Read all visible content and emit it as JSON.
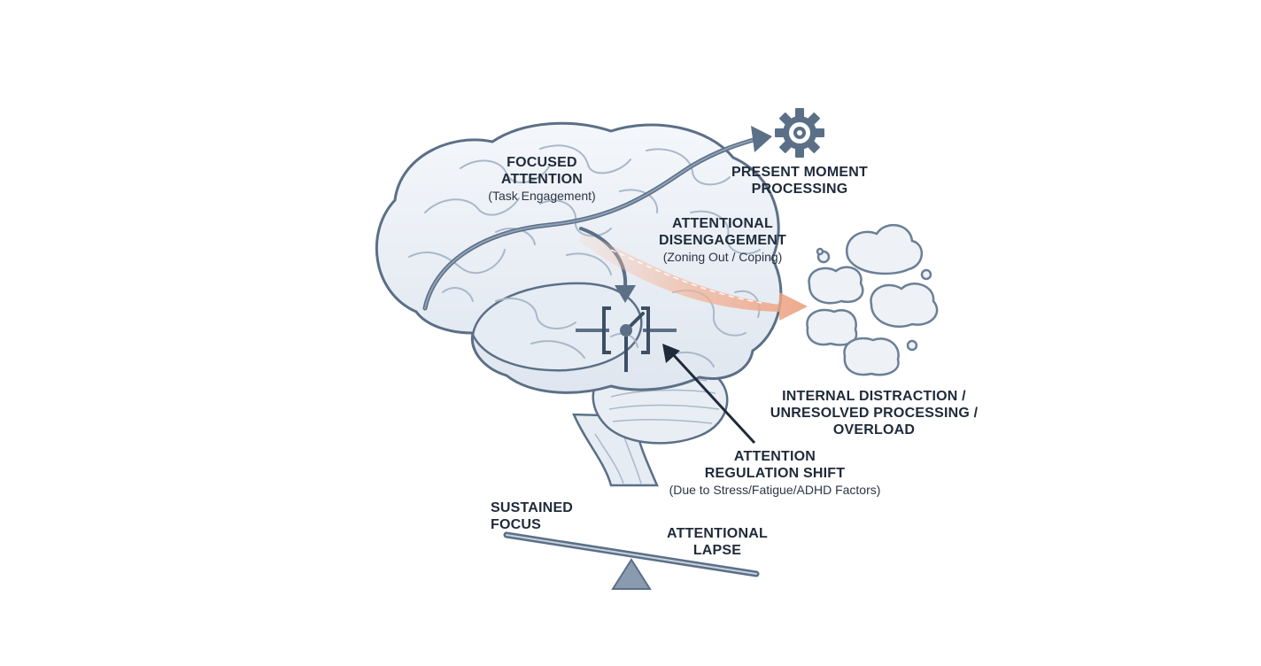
{
  "labels": {
    "focused": {
      "l1": "FOCUSED",
      "l2": "ATTENTION",
      "sub": "(Task Engagement)"
    },
    "present": {
      "l1": "PRESENT MOMENT",
      "l2": "PROCESSING"
    },
    "disengage": {
      "l1": "ATTENTIONAL",
      "l2": "DISENGAGEMENT",
      "sub": "(Zoning Out / Coping)"
    },
    "internal": {
      "l1": "INTERNAL DISTRACTION /",
      "l2": "UNRESOLVED PROCESSING /",
      "l3": "OVERLOAD"
    },
    "regulation": {
      "l1": "ATTENTION",
      "l2": "REGULATION SHIFT",
      "sub": "(Due to Stress/Fatigue/ADHD Factors)"
    },
    "sustained": {
      "l1": "SUSTAINED",
      "l2": "FOCUS"
    },
    "lapse": {
      "l1": "ATTENTIONAL",
      "l2": "LAPSE"
    }
  },
  "icons": [
    "gear-icon",
    "thought-cloud-icon",
    "switch-icon",
    "seesaw-icon",
    "brain-icon"
  ],
  "colors": {
    "outline": "#5b6f87",
    "brain_fill": "#eef2f7",
    "gyri": "#a9b8ca",
    "arrow": "#6b7f96",
    "disengage_arrow": "#e8a98a",
    "text": "#1f2a3a"
  }
}
